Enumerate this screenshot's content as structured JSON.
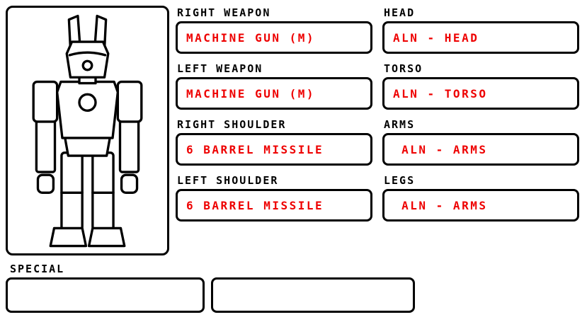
{
  "colors": {
    "accent_red": "#ee0000",
    "outline": "#000000",
    "background": "#ffffff"
  },
  "mech_panel": {
    "figure": "mech-outline-drawing"
  },
  "slots": {
    "left_column": [
      {
        "label": "RIGHT WEAPON",
        "value": "MACHINE GUN (M)"
      },
      {
        "label": "LEFT WEAPON",
        "value": "MACHINE GUN (M)"
      },
      {
        "label": "RIGHT SHOULDER",
        "value": "6 BARREL MISSILE"
      },
      {
        "label": "LEFT SHOULDER",
        "value": "6 BARREL MISSILE"
      }
    ],
    "right_column": [
      {
        "label": "HEAD",
        "value": "ALN - HEAD"
      },
      {
        "label": "TORSO",
        "value": "ALN - TORSO"
      },
      {
        "label": "ARMS",
        "value": " ALN - ARMS"
      },
      {
        "label": "LEGS",
        "value": " ALN - ARMS"
      }
    ]
  },
  "special": {
    "label": "SPECIAL",
    "slot1": "",
    "slot2": ""
  }
}
